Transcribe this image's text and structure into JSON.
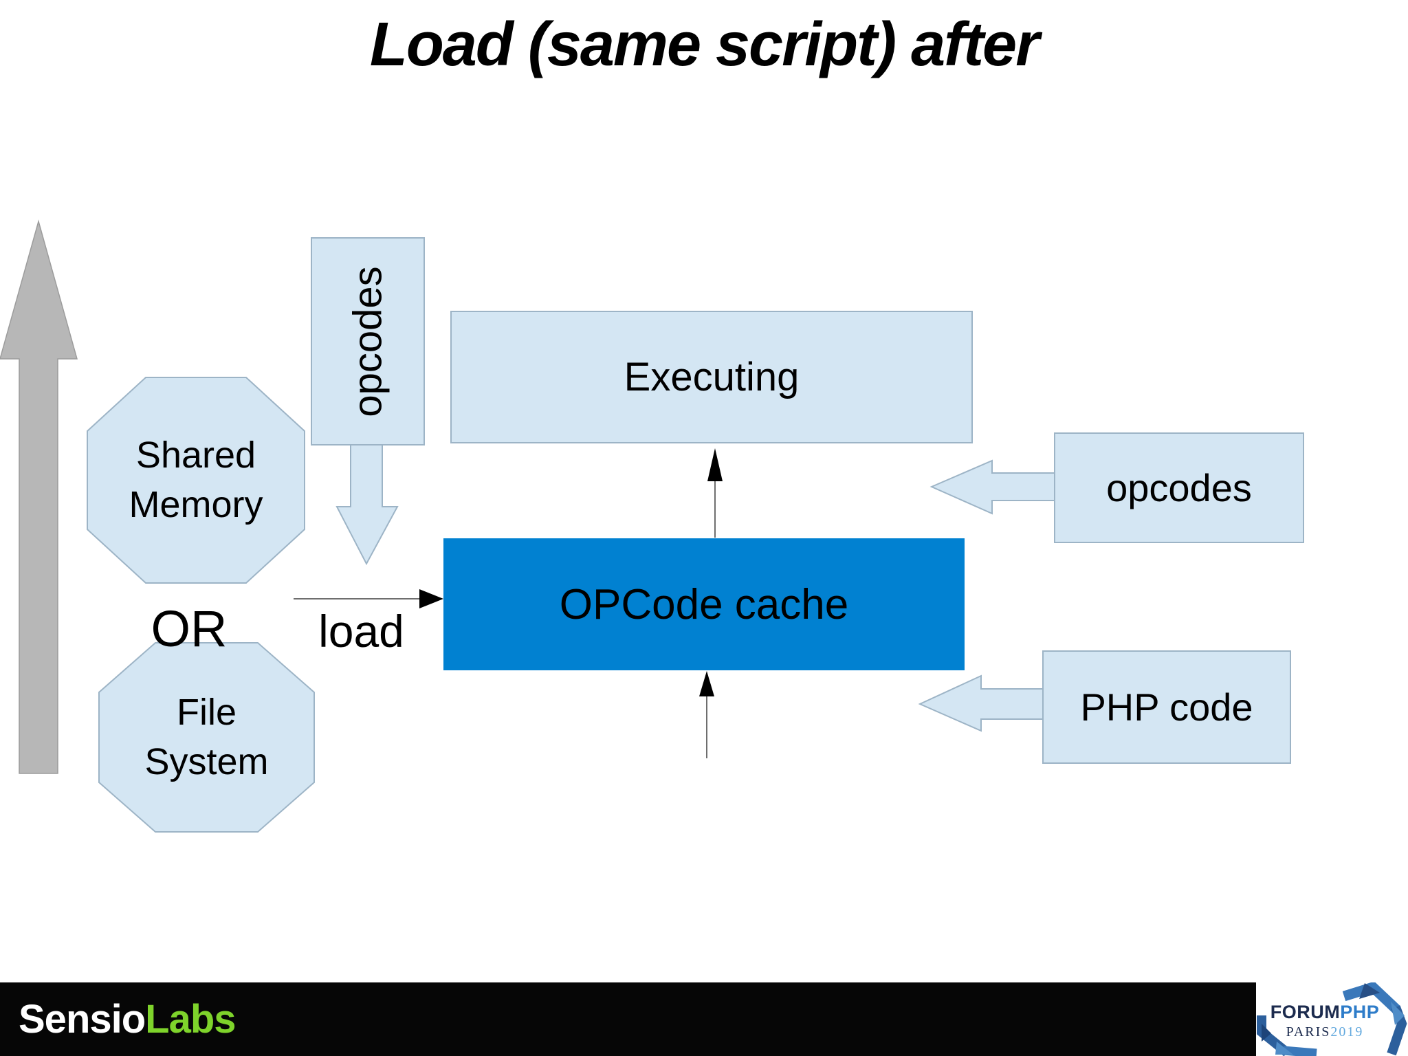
{
  "slide": {
    "title": "Load (same script) after"
  },
  "diagram": {
    "executing_label": "Executing",
    "opcode_cache_label": "OPCode cache",
    "opcodes_vertical_label": "opcodes",
    "opcodes_right_label": "opcodes",
    "php_code_label": "PHP code",
    "shared_memory_label": "Shared\nMemory",
    "file_system_label": "File\nSystem",
    "or_label": "OR",
    "load_label": "load"
  },
  "footer": {
    "brand_part1": "Sensio",
    "brand_part2": "Labs",
    "logo": {
      "forum": "FORUM",
      "php": "PHP",
      "paris": "PARIS",
      "year": "2019"
    }
  },
  "colors": {
    "node_fill": "#d4e6f3",
    "node_border": "#9db4c6",
    "cache_fill": "#0181d1",
    "gray_arrow": "#b7b7b7",
    "footer_bg": "#060606",
    "brand_green": "#7ed32b",
    "logo_navy": "#1c2b4e",
    "logo_blue": "#2e7cc9",
    "logo_lightblue": "#63a9de"
  }
}
